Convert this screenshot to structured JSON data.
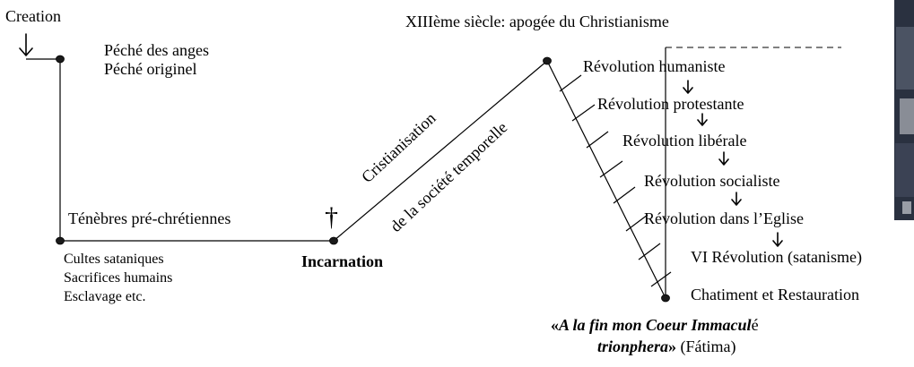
{
  "labels": {
    "creation": "Creation",
    "sin_angels": "Péché des anges",
    "original_sin": "Péché originel",
    "darkness": "Ténèbres pré-chrétiennes",
    "satanic_cults": "Cultes sataniques",
    "human_sacrifices": "Sacrifices humains",
    "slavery": "Esclavage etc.",
    "incarnation": "Incarnation",
    "christianisation": "Cristianisation",
    "temporal_society": "de la société temporelle",
    "thirteenth_century": "XIIIème siècle: apogée du Christianisme",
    "humanist": "Révolution humaniste",
    "protestant": "Révolution protestante",
    "liberal": "Révolution libérale",
    "socialist": "Révolution socialiste",
    "church": "Révolution dans l’Eglise",
    "sixth": "VI Révolution (satanisme)",
    "chastisement": "Chatiment et Restauration",
    "quote_open": "«",
    "quote_text_1": "A la fin mon Coeur Immacul",
    "quote_tail_1": "é",
    "quote_text_2": "trionphera",
    "quote_close": "»",
    "quote_source": " (Fátima)",
    "cross_glyph": "†"
  },
  "colors": {
    "line": "#000000",
    "dot": "#1a1a1a",
    "photo_dark": "#2a3140",
    "photo_light": "#c9ccd1"
  },
  "icons": {
    "down_arrow": "down-arrow-icon",
    "cross": "cross-icon",
    "photo": "photo-thumbnail"
  }
}
